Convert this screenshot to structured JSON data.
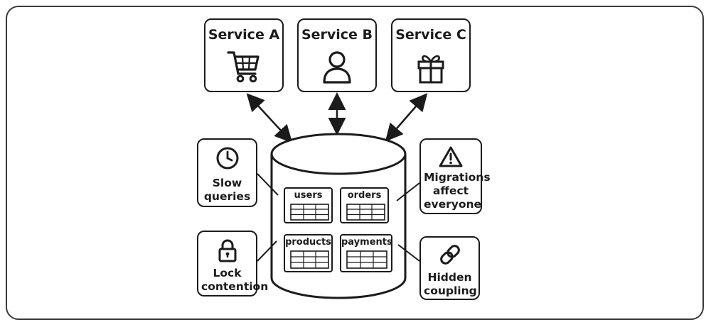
{
  "services": [
    {
      "name": "Service A",
      "icon": "shopping-cart-icon"
    },
    {
      "name": "Service B",
      "icon": "user-icon"
    },
    {
      "name": "Service C",
      "icon": "gift-icon"
    }
  ],
  "tables": [
    {
      "name": "users"
    },
    {
      "name": "orders"
    },
    {
      "name": "products"
    },
    {
      "name": "payments"
    }
  ],
  "issues": {
    "slow_queries": {
      "line1": "Slow",
      "line2": "queries",
      "icon": "clock-icon"
    },
    "lock_contention": {
      "line1": "Lock",
      "line2": "contention",
      "icon": "lock-icon"
    },
    "migrations": {
      "line1": "Migrations",
      "line2": "affect",
      "line3": "everyone",
      "icon": "warning-icon"
    },
    "hidden_coupling": {
      "line1": "Hidden",
      "line2": "coupling",
      "icon": "chain-link-icon"
    }
  },
  "colors": {
    "ink": "#1b1b1b",
    "frame": "#3a3a3a",
    "background": "#ffffff"
  }
}
